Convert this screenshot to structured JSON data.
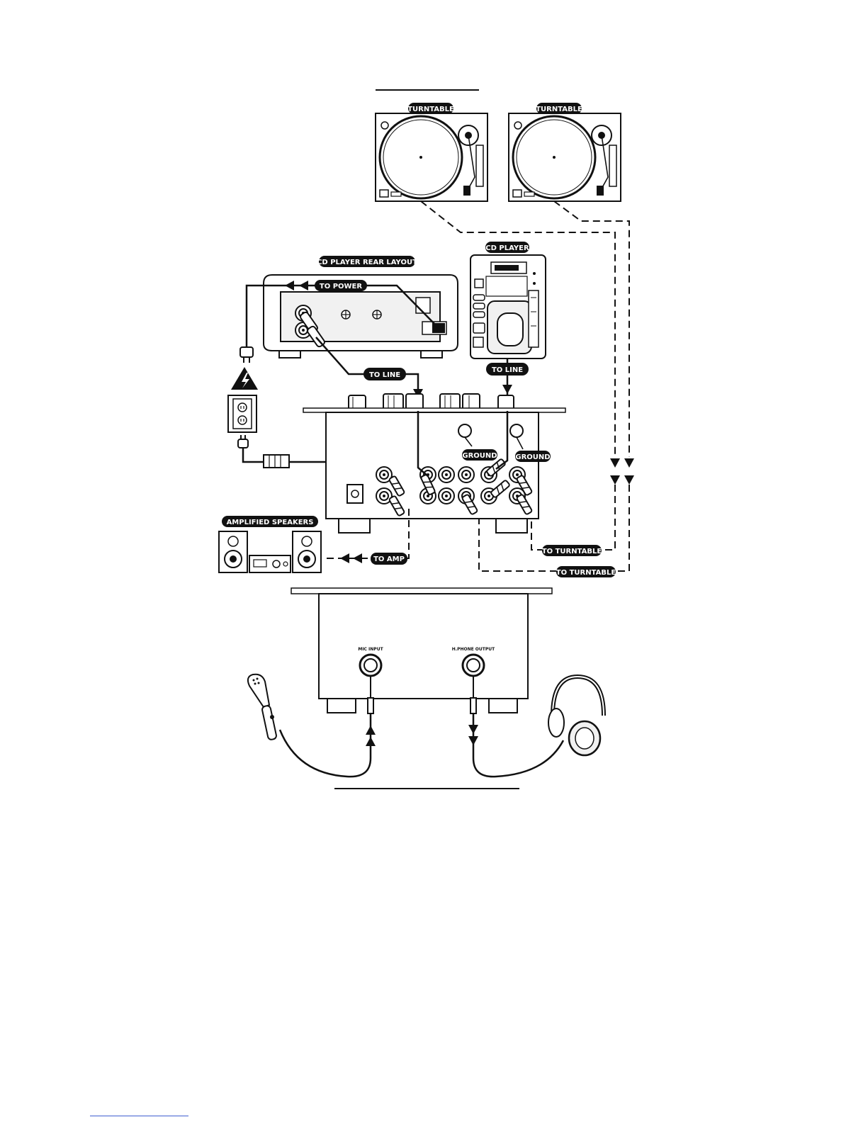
{
  "labels": {
    "turntable_left": "TURNTABLE",
    "turntable_right": "TURNTABLE",
    "cd_player_rear_layout": "CD PLAYER REAR LAYOUT",
    "to_power": "TO POWER",
    "cd_player": "CD PLAYER",
    "to_line_left": "TO LINE",
    "to_line_right": "TO LINE",
    "ground_left": "GROUND",
    "ground_right": "GROUND",
    "amplified_speakers": "AMPLIFIED SPEAKERS",
    "to_amp": "TO AMP",
    "to_turntable_1": "TO TURNTABLE",
    "to_turntable_2": "TO TURNTABLE",
    "mic_input": "MIC INPUT",
    "hphone_output": "H.PHONE OUTPUT"
  },
  "colors": {
    "ink": "#111111",
    "paper": "#ffffff"
  },
  "icons": [
    "turntable-icon",
    "cd-player-icon",
    "outlet-icon",
    "warning-icon",
    "speaker-icon",
    "microphone-icon",
    "headphones-icon"
  ]
}
